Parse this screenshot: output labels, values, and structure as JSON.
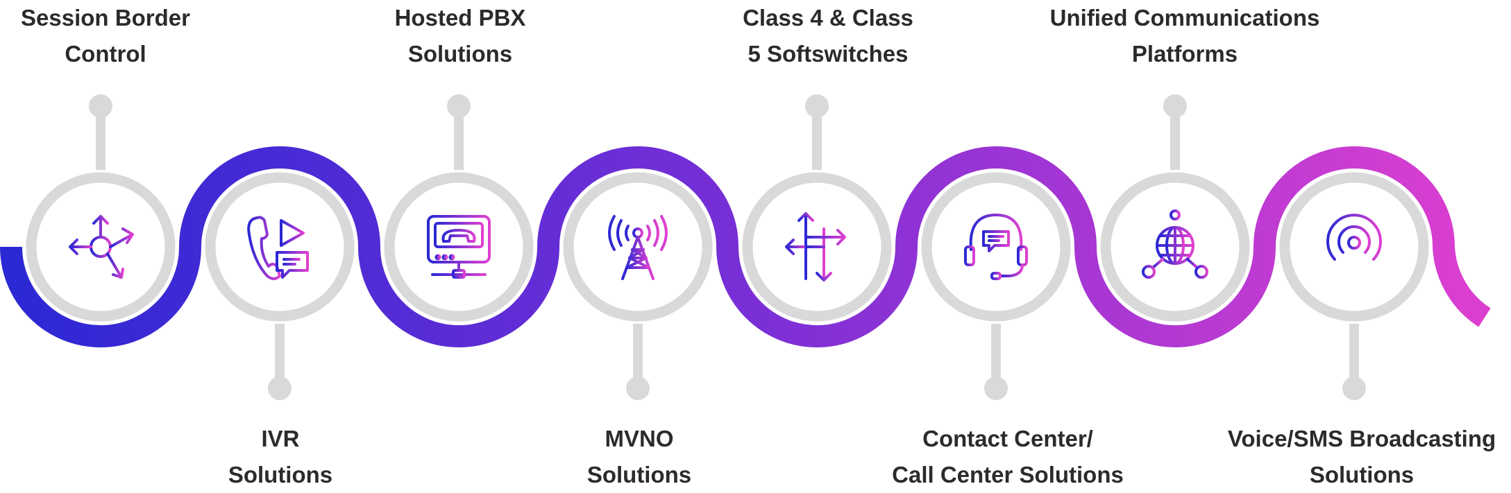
{
  "colors": {
    "gradient_start": "#2a28d4",
    "gradient_mid": "#7a2fd6",
    "gradient_end": "#e040d0",
    "ring": "#d9d9d9",
    "text": "#2b2b2b"
  },
  "steps": [
    {
      "line1": "Session Border",
      "line2": "Control",
      "icon": "arrows-cross-icon"
    },
    {
      "line1": "IVR",
      "line2": "Solutions",
      "icon": "phone-play-chat-icon"
    },
    {
      "line1": "Hosted PBX",
      "line2": "Solutions",
      "icon": "pbx-phone-icon"
    },
    {
      "line1": "MVNO",
      "line2": "Solutions",
      "icon": "cell-tower-icon"
    },
    {
      "line1": "Class 4 & Class",
      "line2": "5 Softswitches",
      "icon": "switch-arrows-icon"
    },
    {
      "line1": "Contact Center/",
      "line2": "Call Center Solutions",
      "icon": "headset-chat-icon"
    },
    {
      "line1": "Unified Communications",
      "line2": "Platforms",
      "icon": "globe-network-icon"
    },
    {
      "line1": "Voice/SMS Broadcasting",
      "line2": "Solutions",
      "icon": "broadcast-icon"
    }
  ]
}
